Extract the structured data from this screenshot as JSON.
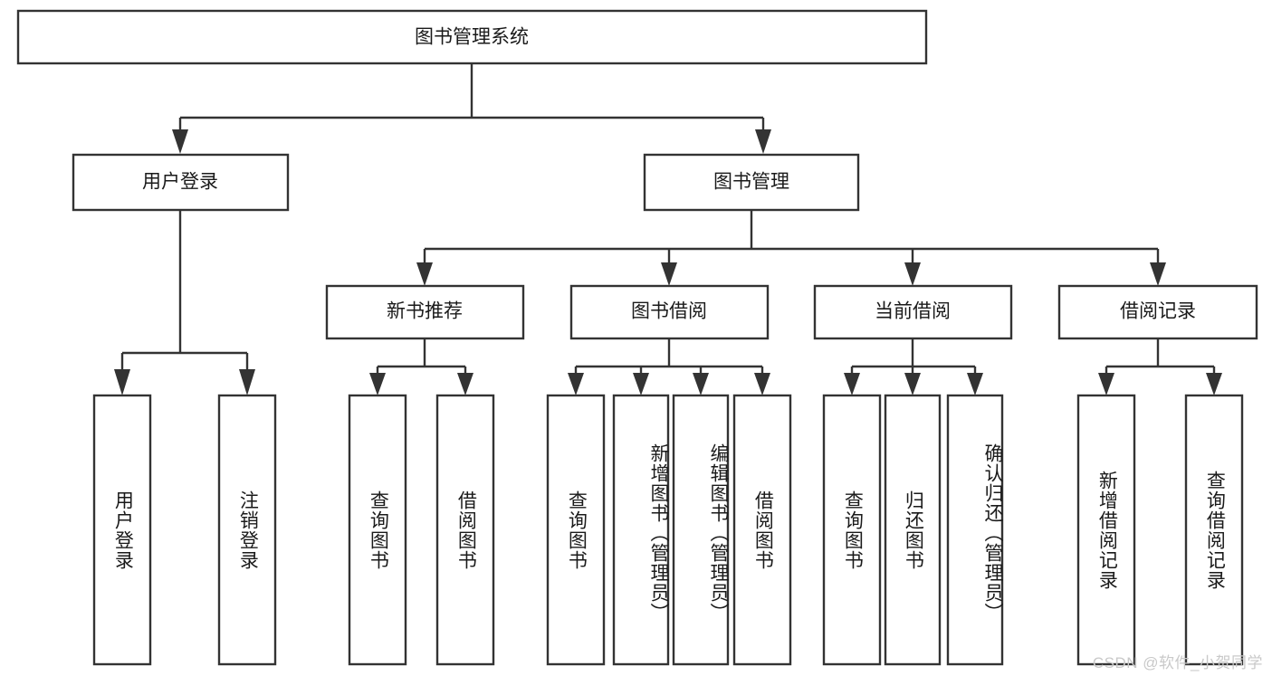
{
  "diagram": {
    "title": "图书管理系统",
    "type": "tree",
    "orientation": "top-down",
    "watermark": "CSDN @软件_小贺同学",
    "colors": {
      "background": "#ffffff",
      "box_fill": "#ffffff",
      "box_stroke": "#333333",
      "text": "#1a1a1a",
      "watermark": "#c9c9c9"
    },
    "root": {
      "id": "root",
      "label": "图书管理系统"
    },
    "level2": [
      {
        "id": "user-login",
        "label": "用户登录"
      },
      {
        "id": "book-manage",
        "label": "图书管理"
      }
    ],
    "level3": [
      {
        "id": "new-book-rec",
        "label": "新书推荐",
        "parent": "book-manage"
      },
      {
        "id": "book-borrow",
        "label": "图书借阅",
        "parent": "book-manage"
      },
      {
        "id": "current-borrow",
        "label": "当前借阅",
        "parent": "book-manage"
      },
      {
        "id": "borrow-record",
        "label": "借阅记录",
        "parent": "book-manage"
      }
    ],
    "leaves": {
      "user-login": [
        {
          "id": "leaf-user-login",
          "label": "用户登录"
        },
        {
          "id": "leaf-logout",
          "label": "注销登录"
        }
      ],
      "new-book-rec": [
        {
          "id": "leaf-query-book-1",
          "label": "查询图书"
        },
        {
          "id": "leaf-borrow-book-1",
          "label": "借阅图书"
        }
      ],
      "book-borrow": [
        {
          "id": "leaf-query-book-2",
          "label": "查询图书"
        },
        {
          "id": "leaf-add-book",
          "label": "新增图书（管理员）"
        },
        {
          "id": "leaf-edit-book",
          "label": "编辑图书（管理员）"
        },
        {
          "id": "leaf-borrow-book-2",
          "label": "借阅图书"
        }
      ],
      "current-borrow": [
        {
          "id": "leaf-query-book-3",
          "label": "查询图书"
        },
        {
          "id": "leaf-return-book",
          "label": "归还图书"
        },
        {
          "id": "leaf-confirm-return",
          "label": "确认归还（管理员）"
        }
      ],
      "borrow-record": [
        {
          "id": "leaf-add-record",
          "label": "新增借阅记录"
        },
        {
          "id": "leaf-query-record",
          "label": "查询借阅记录"
        }
      ]
    }
  }
}
